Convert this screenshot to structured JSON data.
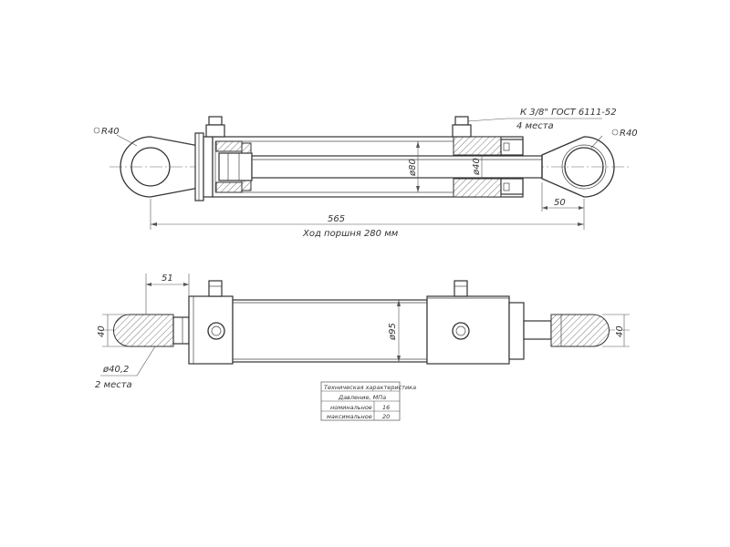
{
  "top_view": {
    "radius_left": "R40",
    "radius_right": "R40",
    "port_note_line1": "К 3/8\" ГОСТ 6111-52",
    "port_note_line2": "4 места",
    "bore_diameter": "ø80",
    "rod_diameter": "ø40",
    "total_length": "565",
    "eye_offset": "50",
    "stroke_note": "Ход поршня 280 мм"
  },
  "bottom_view": {
    "dim_51": "51",
    "width_left": "40",
    "width_right": "40",
    "outer_diameter": "ø95",
    "pin_hole": "ø40,2",
    "pin_hole_count": "2 места"
  },
  "spec_table": {
    "title": "Техническая характеристика",
    "header": "Давление, МПа",
    "rows": [
      {
        "label": "номинальное",
        "value": "16"
      },
      {
        "label": "максимальное",
        "value": "20"
      }
    ]
  },
  "colors": {
    "line": "#333333",
    "background": "#ffffff"
  }
}
